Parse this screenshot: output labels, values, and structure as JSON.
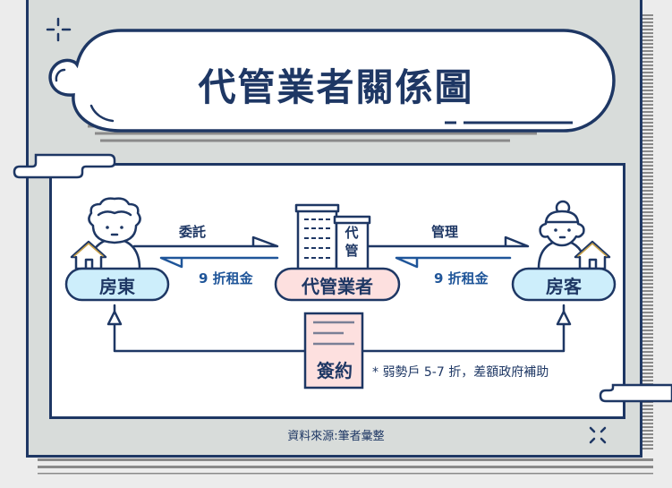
{
  "title": "代管業者關係圖",
  "colors": {
    "navy": "#1e3764",
    "frame_bg": "#d8dcda",
    "page_bg": "#ececec",
    "panel_bg": "#ffffff",
    "blue_accent": "#1f5599",
    "landlord_pill": "#cdeefb",
    "agency_pill": "#fde0df",
    "contract_doc": "#fde0df",
    "stripe_gray": "#8a8a8a",
    "roof_gold": "#c9a24a"
  },
  "nodes": {
    "landlord": {
      "label": "房東"
    },
    "agency": {
      "label": "代管業者",
      "building_sign": "代管"
    },
    "tenant": {
      "label": "房客"
    },
    "contract": {
      "label": "簽約"
    }
  },
  "edges": {
    "landlord_to_agency": {
      "label": "委託"
    },
    "agency_to_landlord": {
      "label": "9 折租金"
    },
    "agency_to_tenant": {
      "label": "管理"
    },
    "tenant_to_agency": {
      "label": "9 折租金"
    }
  },
  "footnote": "* 弱勢戶 5-7 折，差額政府補助",
  "source": "資料來源:筆者彙整"
}
